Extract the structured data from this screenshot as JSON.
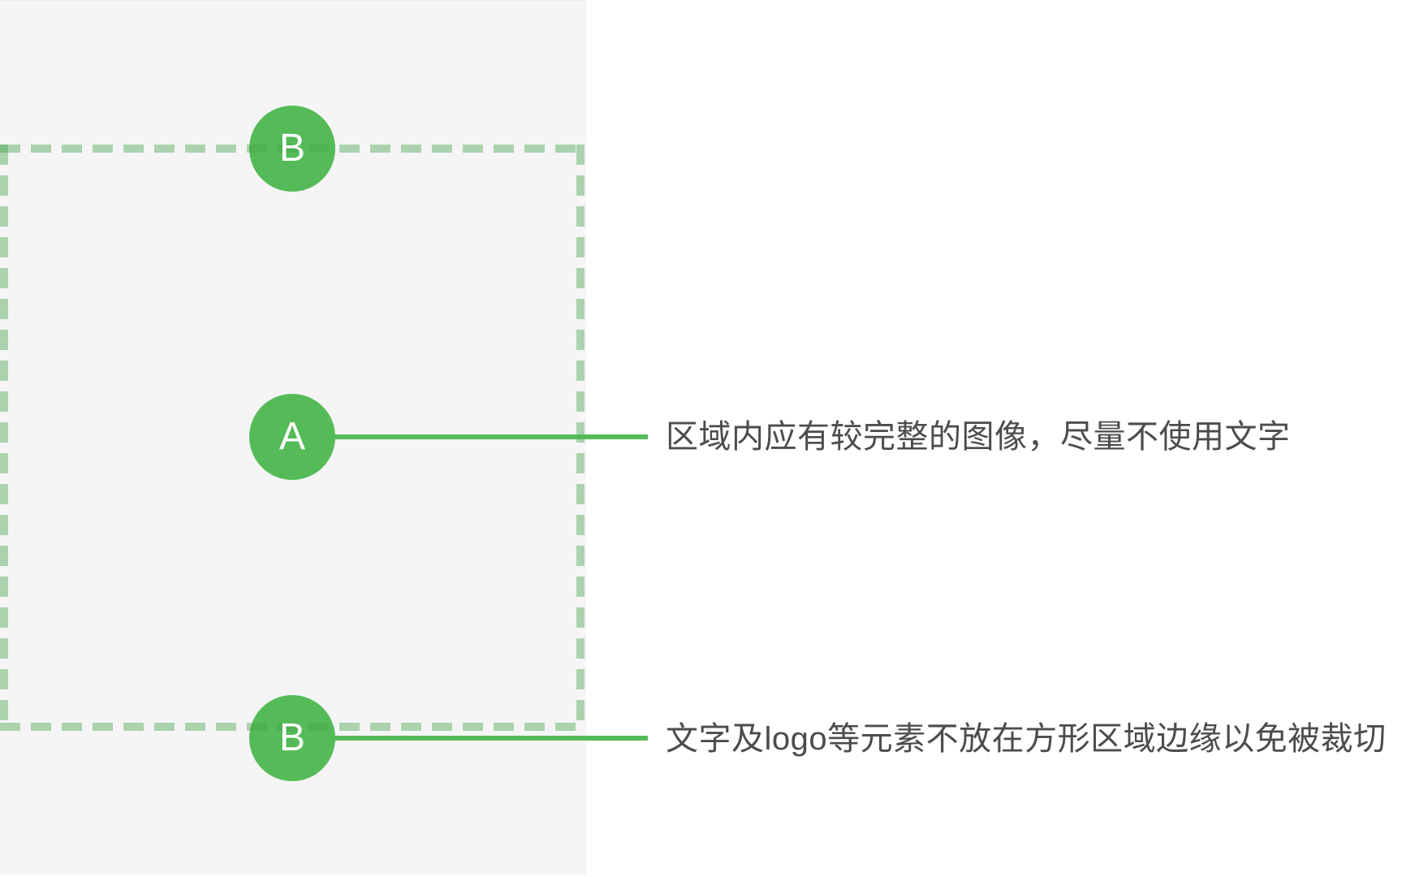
{
  "colors": {
    "page_bg": "#ffffff",
    "panel_bg": "#f5f5f6",
    "green": "#55bb58",
    "dash_green": "rgba(66,163,71,0.42)",
    "text": "#4c4c4c",
    "letter": "#ffffff"
  },
  "markers": {
    "top": "B",
    "middle": "A",
    "bottom": "B"
  },
  "annotations": {
    "a": "区域内应有较完整的图像，尽量不使用文字",
    "b": "文字及logo等元素不放在方形区域边缘以免被裁切"
  }
}
